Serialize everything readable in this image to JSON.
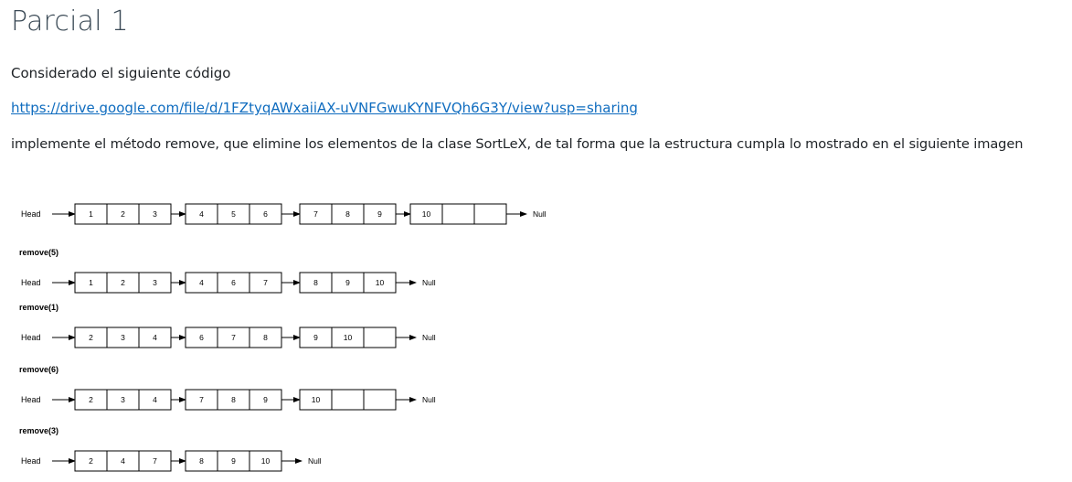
{
  "page": {
    "title": "Parcial 1",
    "paragraph1": "Considerado el siguiente código",
    "link": "https://drive.google.com/file/d/1FZtyqAWxaiiAX-uVNFGwuKYNFVQh6G3Y/view?usp=sharing",
    "paragraph3": "implemente el método remove, que elimine los elementos de la clase SortLeX,  de tal forma que la estructura cumpla lo mostrado en el siguiente imagen"
  },
  "colors": {
    "title": "#3b4a56",
    "text": "#1d2125",
    "link": "#0f6cbf"
  },
  "diagram": {
    "head_label": "Head",
    "null_label": "Null",
    "steps": [
      {
        "operation": "",
        "nodes": [
          [
            "1",
            "2",
            "3"
          ],
          [
            "4",
            "5",
            "6"
          ],
          [
            "7",
            "8",
            "9"
          ],
          [
            "10",
            "",
            ""
          ]
        ]
      },
      {
        "operation": "remove(5)",
        "nodes": [
          [
            "1",
            "2",
            "3"
          ],
          [
            "4",
            "6",
            "7"
          ],
          [
            "8",
            "9",
            "10"
          ]
        ]
      },
      {
        "operation": "remove(1)",
        "nodes": [
          [
            "2",
            "3",
            "4"
          ],
          [
            "6",
            "7",
            "8"
          ],
          [
            "9",
            "10",
            ""
          ]
        ]
      },
      {
        "operation": "remove(6)",
        "nodes": [
          [
            "2",
            "3",
            "4"
          ],
          [
            "7",
            "8",
            "9"
          ],
          [
            "10",
            "",
            ""
          ]
        ]
      },
      {
        "operation": "remove(3)",
        "nodes": [
          [
            "2",
            "4",
            "7"
          ],
          [
            "8",
            "9",
            "10"
          ]
        ]
      }
    ]
  }
}
